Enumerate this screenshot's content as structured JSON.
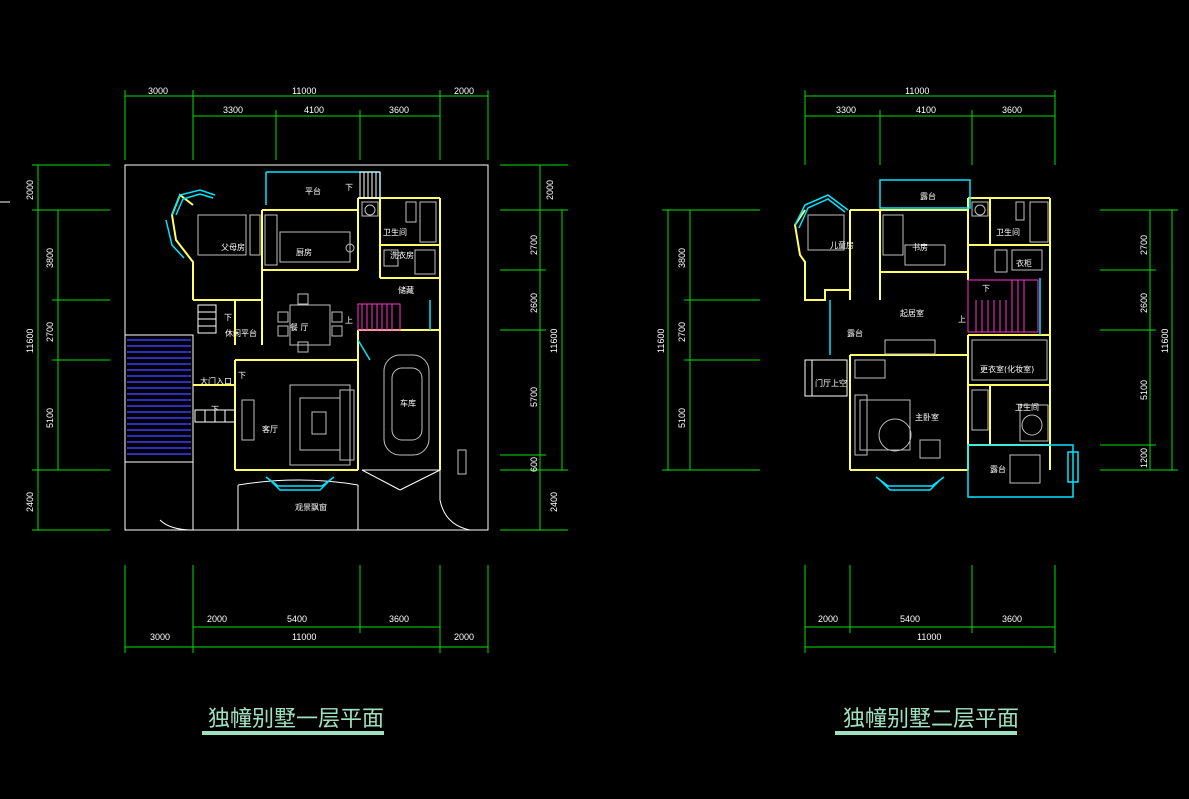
{
  "plan1": {
    "title": "独幢别墅一层平面",
    "dims": {
      "top_outer": [
        "3000",
        "11000",
        "2000"
      ],
      "top_inner": [
        "3300",
        "4100",
        "3600"
      ],
      "bottom_inner": [
        "2000",
        "5400",
        "3600"
      ],
      "bottom_outer": [
        "3000",
        "11000",
        "2000"
      ],
      "left_outer": [
        "2000",
        "3800",
        "2700",
        "5100",
        "2400"
      ],
      "left_total": "11600",
      "right_inner": [
        "2000",
        "2700",
        "2600",
        "5700",
        "600",
        "2400"
      ],
      "right_total": "11600"
    },
    "rooms": {
      "platform": "平台",
      "parents_room": "父母房",
      "kitchen": "厨房",
      "bathroom": "卫生间",
      "laundry": "洗衣房",
      "storage": "储藏",
      "dining": "餐  厅",
      "leisure_platform": "休闲平台",
      "main_entrance": "大门入口",
      "living_room": "客厅",
      "garage": "车库",
      "bay_window": "观景飘窗"
    },
    "marks": {
      "down1": "下",
      "down2": "下",
      "down3": "下",
      "down4": "下",
      "up1": "上"
    }
  },
  "plan2": {
    "title": "独幢别墅二层平面",
    "dims": {
      "top_outer": [
        "11000"
      ],
      "top_inner": [
        "3300",
        "4100",
        "3600"
      ],
      "bottom_inner": [
        "2000",
        "5400",
        "3600"
      ],
      "bottom_outer": [
        "11000"
      ],
      "left_outer": [
        "3800",
        "2700",
        "5100"
      ],
      "left_total": "11600",
      "right_inner": [
        "2700",
        "2600",
        "5100",
        "1200"
      ],
      "right_total": "11600"
    },
    "rooms": {
      "terrace_top": "露台",
      "kids_room": "儿童房",
      "study": "书房",
      "bathroom1": "卫生间",
      "closet": "衣柜",
      "family_room": "起居室",
      "terrace_left": "露台",
      "hall_void": "门厅上空",
      "dressing": "更衣室(化妆室)",
      "master_bedroom": "主卧室",
      "bathroom2": "卫生间",
      "terrace_right": "露台"
    },
    "marks": {
      "down1": "下",
      "up1": "上"
    }
  },
  "colors": {
    "dimension": "#00e000",
    "wall": "#ffff66",
    "window": "#00e5ff",
    "stair": "#ff33cc",
    "furniture": "#c0c0c0",
    "outline": "#ffffff"
  }
}
